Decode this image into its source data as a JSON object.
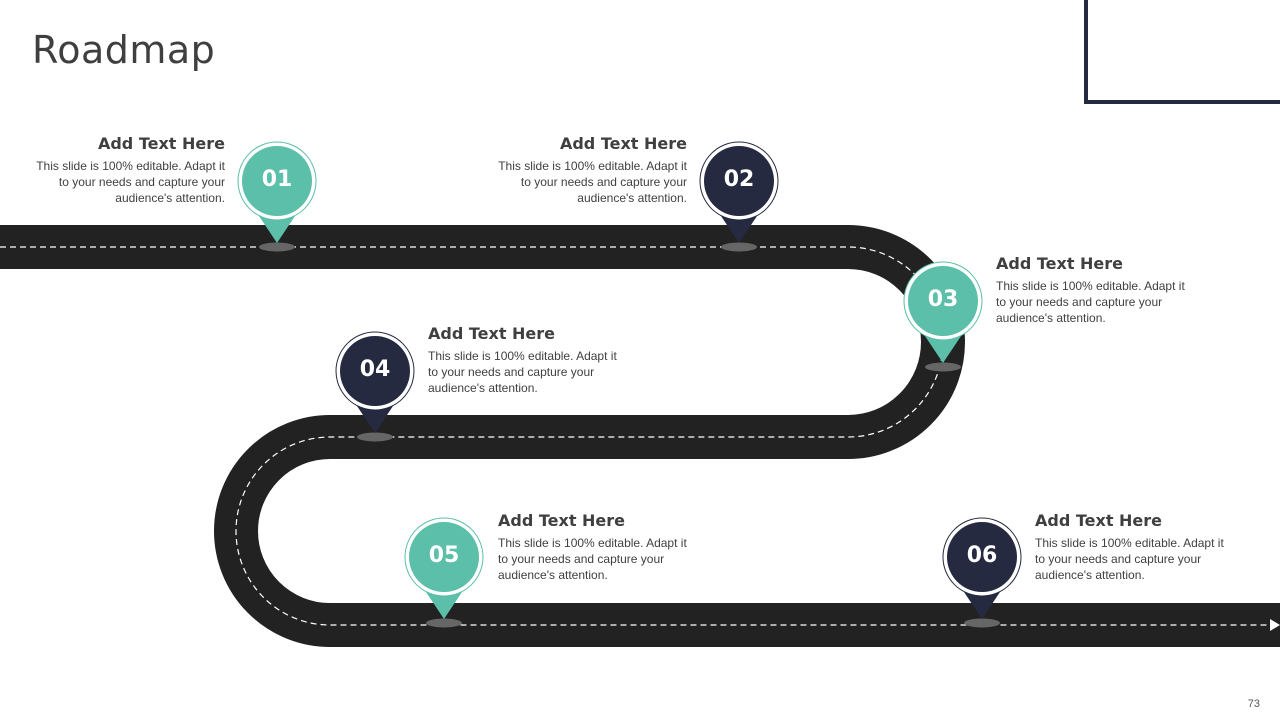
{
  "slide": {
    "title": "Roadmap",
    "page_number": "73"
  },
  "colors": {
    "teal": "#5bbfa9",
    "navy": "#262a40",
    "road": "#222222",
    "dashes": "#ffffff"
  },
  "milestones": [
    {
      "number": "01",
      "heading": "Add Text Here",
      "body": "This slide is 100% editable. Adapt it to your needs and capture your audience's attention.",
      "color": "teal"
    },
    {
      "number": "02",
      "heading": "Add Text Here",
      "body": "This slide is 100% editable. Adapt it to your needs and capture your audience's attention.",
      "color": "navy"
    },
    {
      "number": "03",
      "heading": "Add Text Here",
      "body": "This slide is 100% editable. Adapt it to your needs and capture your audience's attention.",
      "color": "teal"
    },
    {
      "number": "04",
      "heading": "Add Text Here",
      "body": "This slide is 100% editable. Adapt it to your needs and capture your audience's attention.",
      "color": "navy"
    },
    {
      "number": "05",
      "heading": "Add Text Here",
      "body": "This slide is 100% editable. Adapt it to your needs and capture your audience's attention.",
      "color": "teal"
    },
    {
      "number": "06",
      "heading": "Add Text Here",
      "body": "This slide is 100% editable. Adapt it to your needs and capture your audience's attention.",
      "color": "navy"
    }
  ]
}
